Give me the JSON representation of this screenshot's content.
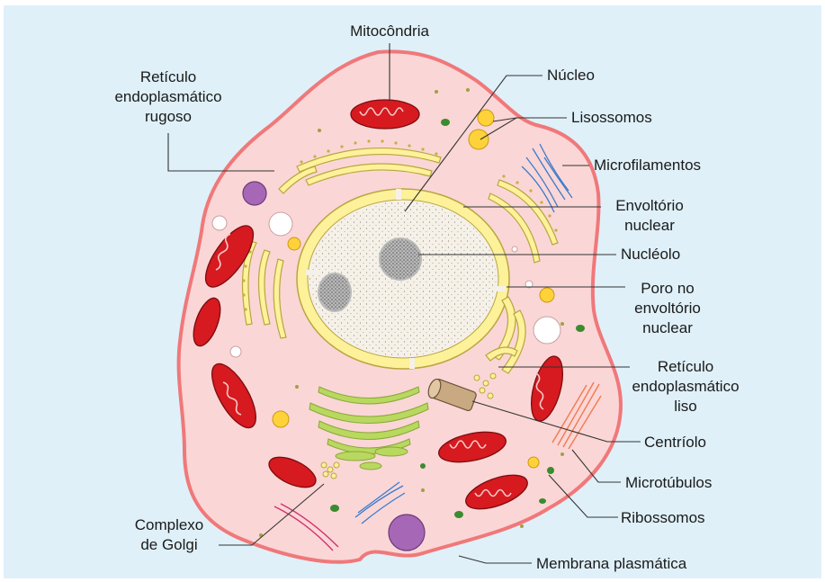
{
  "figure": {
    "colors": {
      "background": "#dff0f8",
      "cytoplasm": "#fbd6d6",
      "membrane": "#f0787a",
      "nucleus": "#f5f1e8",
      "envelope": "#fdf19a",
      "mitochondria": "#d61a1f",
      "golgi": "#b8d860",
      "lysosome": "#ffd23a",
      "vesicle_purple": "#a668b6",
      "ribosome": "#3b8b2f",
      "microfilament": "#3a7ccc",
      "microtubule": "#f07a50"
    },
    "labels": {
      "mitocondria": "Mitocôndria",
      "reticulo_rugoso_1": "Retículo",
      "reticulo_rugoso_2": "endoplasmático",
      "reticulo_rugoso_3": "rugoso",
      "nucleo": "Núcleo",
      "lisossomos": "Lisossomos",
      "microfilamentos": "Microfilamentos",
      "envoltorio_1": "Envoltório",
      "envoltorio_2": "nuclear",
      "nucleolo": "Nucléolo",
      "poro_1": "Poro no",
      "poro_2": "envoltório",
      "poro_3": "nuclear",
      "reticulo_liso_1": "Retículo",
      "reticulo_liso_2": "endoplasmático",
      "reticulo_liso_3": "liso",
      "centriolo": "Centríolo",
      "microtubulos": "Microtúbulos",
      "ribossomos": "Ribossomos",
      "membrana": "Membrana plasmática",
      "golgi_1": "Complexo",
      "golgi_2": "de Golgi"
    }
  }
}
